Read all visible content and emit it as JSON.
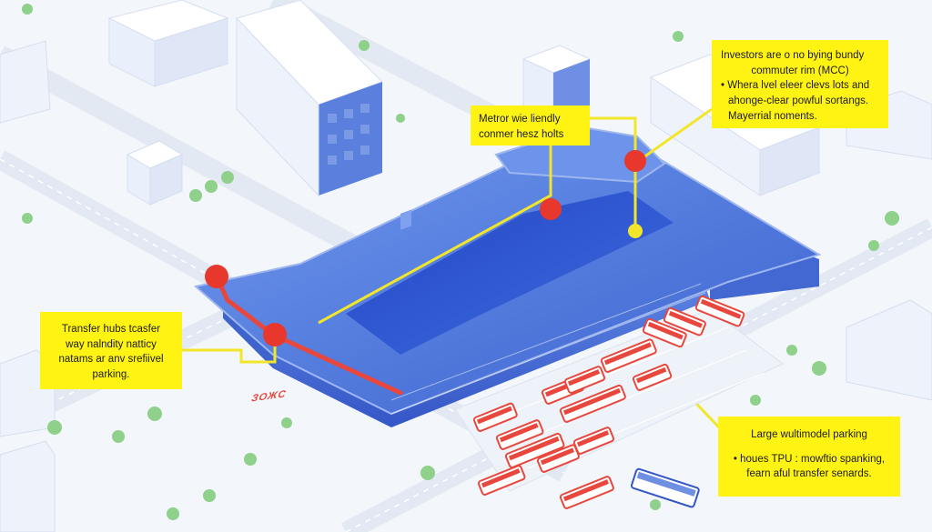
{
  "callouts": {
    "top_right": {
      "line1": "Investors are o no bying bundy",
      "line2": "commuter rim (MCC)",
      "line3": "• Whera lvel eleer clevs lots and",
      "line4": "ahonge-clear powful sortangs.",
      "line5": "Mayerrial noments."
    },
    "metro": {
      "line1": "Metror wie liendly",
      "line2": "conmer hesz holts"
    },
    "left": {
      "line1": "Transfer hubs tcasfer",
      "line2": "way nalndity natticy",
      "line3": "natams ar anv srefiivel",
      "line4": "parking."
    },
    "bottom_right": {
      "line1": "Large wultimodel parking",
      "line2": "• houes TPU : mowftio spanking,",
      "line3": "fearn aful transfer senards."
    }
  },
  "station_sign": "ЗОЖС",
  "colors": {
    "callout_bg": "#fff314",
    "marker_red": "#e8372c",
    "leader_yellow": "#f2e62a",
    "track_red": "#e8473d",
    "roof_blue": "#4a76e0",
    "building_white": "#ffffff",
    "ground": "#f3f6fb"
  }
}
